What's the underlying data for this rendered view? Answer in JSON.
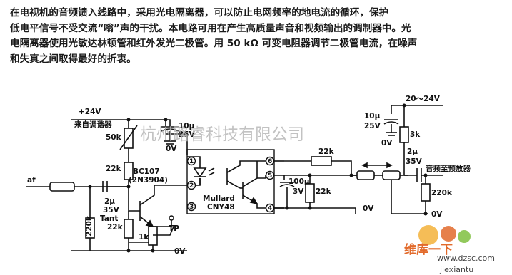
{
  "description": {
    "lines": [
      "在电视机的音频馈入线路中，采用光电隔离器，可以防止电网频率的地电流的循环，保护",
      "低电平信号不受交流“嗡”声的干扰。本电路可用在产生高质量声音和视频输出的调制器中。光",
      "电隔离器使用光敏达林顿管和红外发光二极管。用 50 kΩ 可变电阻器调节二极管电流，在噪声",
      "和失真之间取得最好的折衷。"
    ]
  },
  "circuit": {
    "supply_left": "+24V",
    "from_tuner": "来自调谐器",
    "r_var": "50k",
    "r_22k_top": "22k",
    "q_model": "BC107",
    "q_alt": "(2N3904)",
    "c_top_value": "10µ",
    "c_top_voltage": "25V",
    "c_top_ground": "0V",
    "input_label": "af",
    "c_in_value": "2µ",
    "c_in_voltage": "35V",
    "c_in_type": "Tant",
    "r_220k_left": "220k",
    "r_22k_emitter": "22k",
    "r_1k": "1k",
    "tp_label": "TP",
    "ground_bottom": "0V",
    "pin1": "1",
    "pin2": "2",
    "pin3": "3",
    "pin4": "4",
    "pin5": "5",
    "pin6": "6",
    "iso_brand": "Mullard",
    "iso_model": "CNY48",
    "r_22k_fb": "22k",
    "c_100u_value": "100µ",
    "c_100u_voltage": "3V",
    "r_22k_out": "22k",
    "ground_mid": "0V",
    "supply_right": "20～24V",
    "c_right_value": "10µ",
    "c_right_voltage": "25V",
    "c_right_ground": "0V",
    "r_3k": "3k",
    "c_out_value": "2µ",
    "c_out_voltage": "35V",
    "to_preamp": "音频至预放器",
    "r_220k_right": "220k",
    "ground_right": "0V"
  },
  "watermark": {
    "company": "杭州路睿科技有限公司",
    "site_cn": "维库一下",
    "site_url": "www.dzsc.com",
    "site2": "jiexiantu"
  }
}
